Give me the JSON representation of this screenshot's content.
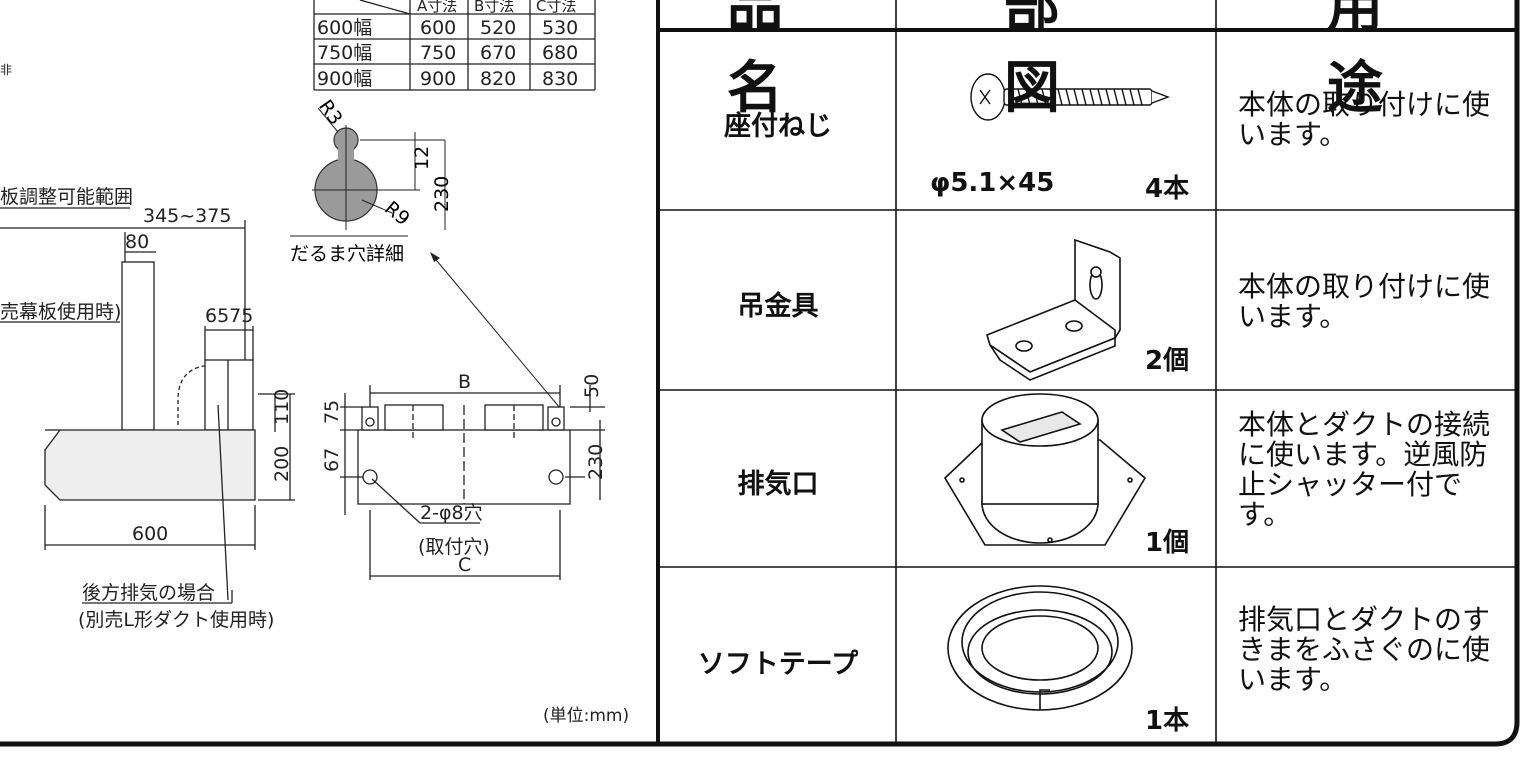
{
  "size_table": {
    "headers": [
      "A寸法",
      "B寸法",
      "C寸法"
    ],
    "rows": [
      [
        "600幅",
        "600",
        "520",
        "530"
      ],
      [
        "750幅",
        "750",
        "670",
        "680"
      ],
      [
        "900幅",
        "900",
        "820",
        "830"
      ]
    ]
  },
  "drawing": {
    "top_left_fragment": "非",
    "label_range": "板調整可能範囲",
    "dim_345_375": "345~375",
    "dim_80": "80",
    "label_curtain": "売幕板使用時)",
    "dim_6575": "6575",
    "dim_110": "110",
    "dim_200": "200",
    "dim_600": "600",
    "label_rear_exhaust": "後方排気の場合",
    "label_l_duct": "(別売L形ダクト使用時)",
    "daruma_r3": "R3",
    "daruma_12": "12",
    "daruma_230": "230",
    "daruma_r9": "R9",
    "daruma_caption": "だるま穴詳細",
    "dim_b": "B",
    "dim_50": "50",
    "dim_75": "75",
    "dim_67": "67",
    "dim_230_side": "230",
    "label_holes": "2-φ8穴",
    "label_mount_holes": "(取付穴)",
    "dim_c": "C",
    "unit": "(単位:mm)"
  },
  "parts_table": {
    "headers": [
      "品 名",
      "部 図",
      "用 途"
    ],
    "rows": [
      {
        "name": "座付ねじ",
        "spec": "φ5.1×45",
        "qty": "4本",
        "use": "本体の取り付けに使います。",
        "icon": "screw-icon"
      },
      {
        "name": "吊金具",
        "spec": "",
        "qty": "2個",
        "use": "本体の取り付けに使います。",
        "icon": "bracket-icon"
      },
      {
        "name": "排気口",
        "spec": "",
        "qty": "1個",
        "use": "本体とダクトの接続に使います。逆風防止シャッター付です。",
        "icon": "exhaust-port-icon"
      },
      {
        "name": "ソフトテープ",
        "spec": "",
        "qty": "1本",
        "use": "排気口とダクトのすきまをふさぐのに使います。",
        "icon": "soft-tape-icon"
      }
    ]
  }
}
